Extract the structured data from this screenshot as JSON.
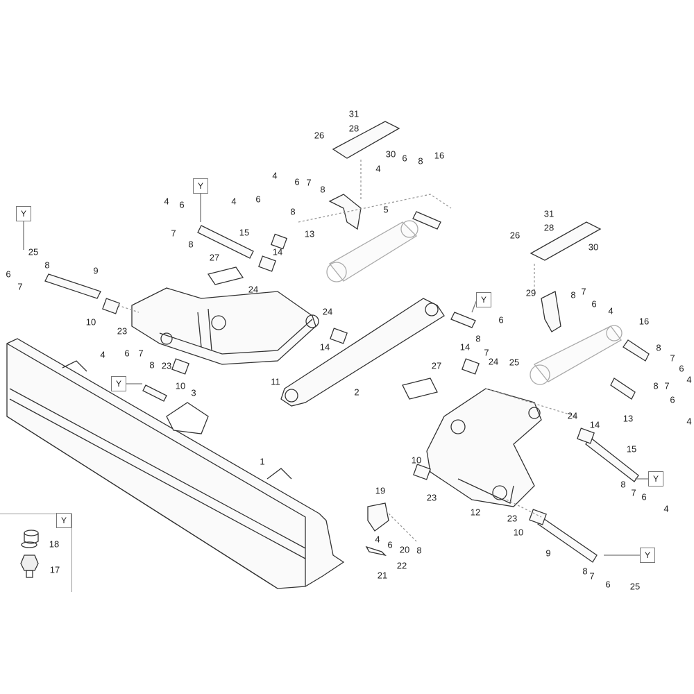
{
  "diagram": {
    "type": "exploded-parts-diagram",
    "detail_marker": "Y",
    "callouts": [
      "31",
      "28",
      "26",
      "30",
      "4",
      "6",
      "8",
      "16",
      "4",
      "6",
      "7",
      "8",
      "4",
      "6",
      "8",
      "5",
      "13",
      "14",
      "4",
      "6",
      "7",
      "8",
      "15",
      "25",
      "6",
      "7",
      "8",
      "9",
      "27",
      "24",
      "24",
      "14",
      "10",
      "23",
      "4",
      "6",
      "7",
      "8",
      "23",
      "10",
      "11",
      "3",
      "2",
      "1",
      "31",
      "28",
      "26",
      "30",
      "29",
      "8",
      "7",
      "6",
      "4",
      "6",
      "8",
      "7",
      "25",
      "14",
      "24",
      "16",
      "8",
      "7",
      "6",
      "4",
      "27",
      "13",
      "8",
      "7",
      "6",
      "4",
      "24",
      "14",
      "15",
      "8",
      "7",
      "6",
      "4",
      "10",
      "23",
      "12",
      "23",
      "10",
      "9",
      "19",
      "4",
      "6",
      "20",
      "8",
      "22",
      "21",
      "8",
      "7",
      "6",
      "25",
      "18",
      "17"
    ],
    "detail_boxes": [
      "Y",
      "Y",
      "Y",
      "Y",
      "Y",
      "Y",
      "Y"
    ]
  }
}
